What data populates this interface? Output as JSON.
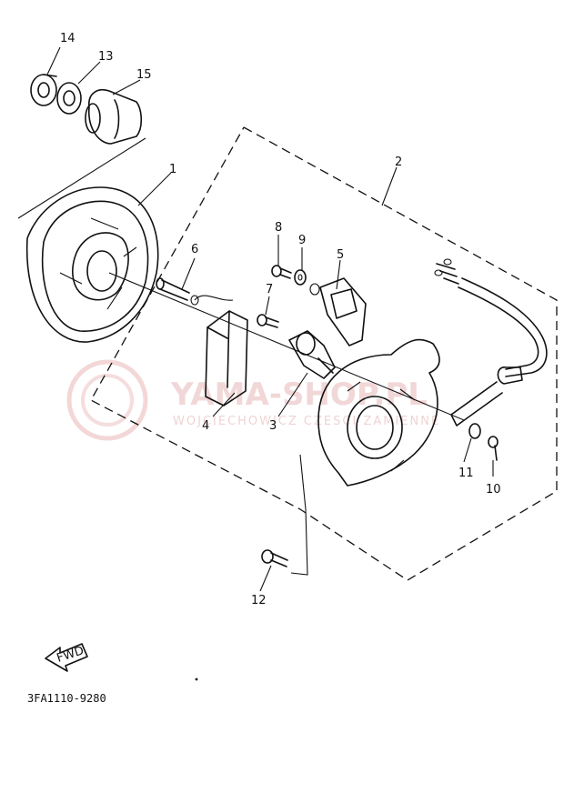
{
  "diagram": {
    "part_code": "3FA1110-9280",
    "fwd_label": "FWD",
    "watermark": {
      "brand": "YAMA-SHOP.PL",
      "subtitle": "WOJCIECHOWICZ CZESCI ZAMIENNE"
    },
    "callouts": [
      "1",
      "2",
      "3",
      "4",
      "5",
      "6",
      "7",
      "8",
      "9",
      "10",
      "11",
      "12",
      "13",
      "14",
      "15"
    ]
  }
}
